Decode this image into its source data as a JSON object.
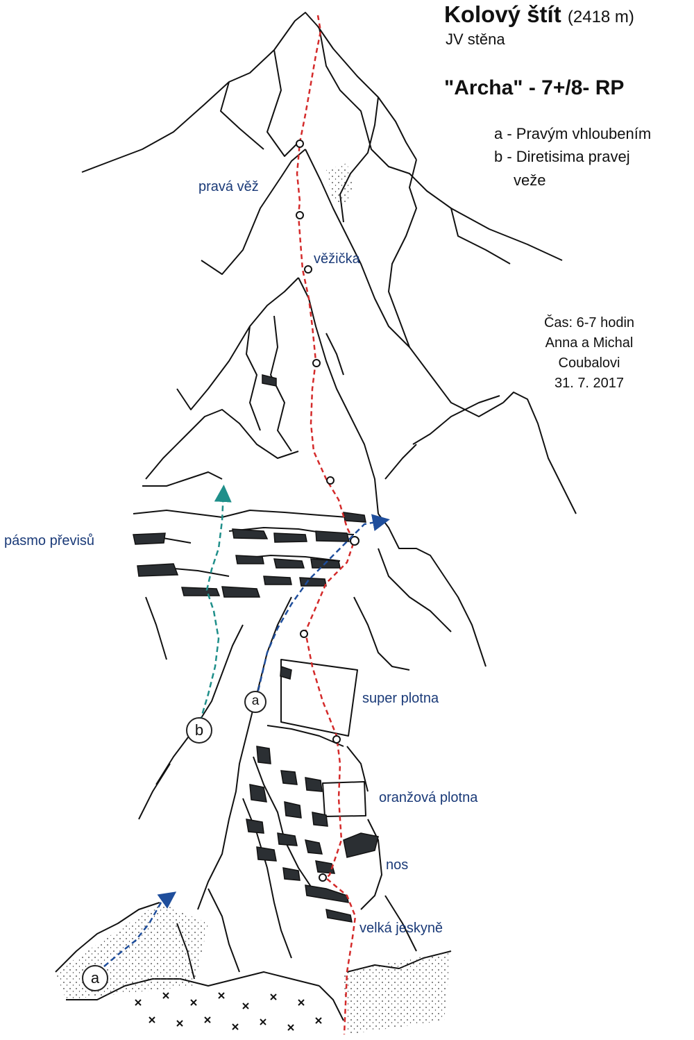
{
  "header": {
    "peak": "Kolový štít",
    "altitude": "(2418 m)",
    "face": "JV stěna",
    "route_name": "\"Archa\"",
    "grade": "- 7+/8- RP"
  },
  "legend": [
    {
      "key": "a",
      "text": "a - Pravým vhloubením"
    },
    {
      "key": "b",
      "text": "b - Diretisima pravej"
    },
    {
      "key": "b2",
      "text": "veže"
    }
  ],
  "info": {
    "time": "Čas: 6-7 hodin",
    "authors_1": "Anna a Michal",
    "authors_2": "Coubalovi",
    "date": "31. 7. 2017"
  },
  "labels": {
    "prava_vez": "pravá věž",
    "vezicka": "věžička",
    "pasmo": "pásmo převisů",
    "super": "super plotna",
    "oranzova": "oranžová plotna",
    "nos": "nos",
    "jeskyne": "velká jeskyně"
  },
  "markers": {
    "a_lower": "a",
    "a_upper": "a",
    "b": "b"
  },
  "colors": {
    "main_route": "#d42a2a",
    "variant_a": "#1f4e9c",
    "variant_b": "#1f8f8a",
    "rock_line": "#111111",
    "label": "#1a3a78"
  }
}
